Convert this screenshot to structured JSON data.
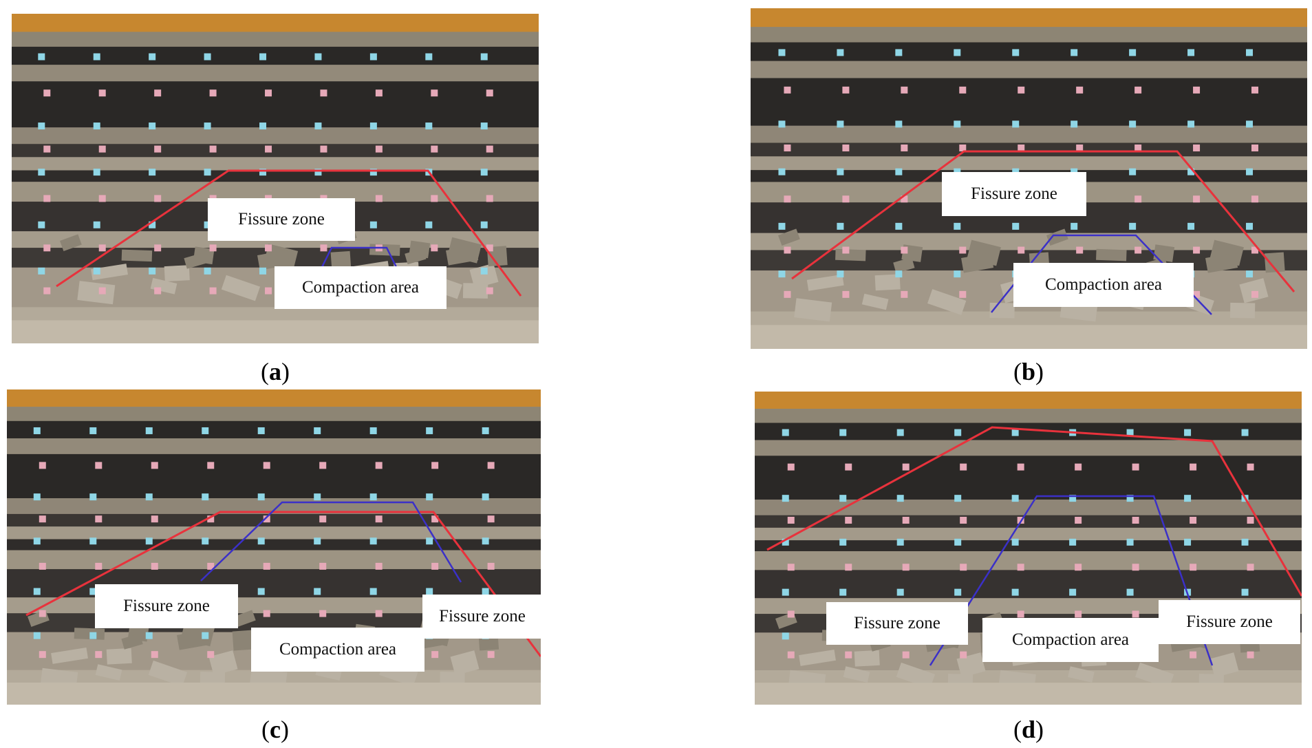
{
  "figure": {
    "colors": {
      "fissure_line": "#e8323c",
      "compaction_line": "#3b30c8",
      "marker_cyan": "#8fd6e6",
      "marker_pink": "#e6a9b8",
      "coal_band": "#2a2826",
      "sand_band": "#8e8576",
      "frame_top": "#c7872f"
    },
    "panels": [
      {
        "caption_open": "(",
        "caption_letter": "a",
        "caption_close": ")",
        "labels": [
          "Fissure zone",
          "Compaction area"
        ]
      },
      {
        "caption_open": "(",
        "caption_letter": "b",
        "caption_close": ")",
        "labels": [
          "Fissure zone",
          "Compaction area"
        ]
      },
      {
        "caption_open": "(",
        "caption_letter": "c",
        "caption_close": ")",
        "labels": [
          "Fissure zone",
          "Compaction area",
          "Fissure zone"
        ]
      },
      {
        "caption_open": "(",
        "caption_letter": "d",
        "caption_close": ")",
        "labels": [
          "Fissure zone",
          "Compaction area",
          "Fissure zone"
        ]
      }
    ]
  }
}
